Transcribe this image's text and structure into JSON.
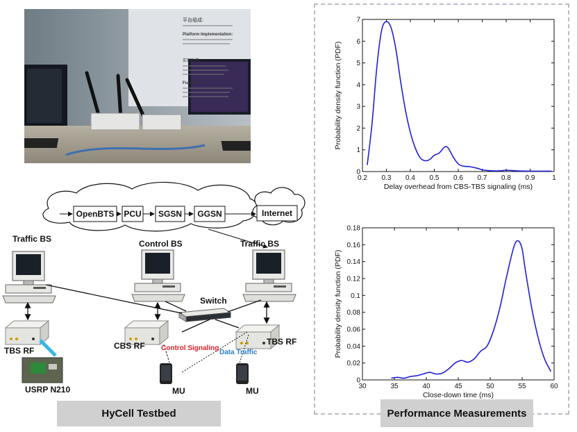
{
  "testbed": {
    "pipeline": [
      "OpenBTS",
      "PCU",
      "SGSN",
      "GGSN"
    ],
    "internet_label": "Internet",
    "traffic_bs_left": "Traffic BS",
    "control_bs": "Control BS",
    "traffic_bs_right": "Traffic BS",
    "switch_label": "Switch",
    "tbs_rf_left": "TBS RF",
    "cbs_rf": "CBS RF",
    "tbs_rf_right": "TBS RF",
    "control_signaling": "Control Signaling",
    "data_traffic": "Data Traffic",
    "usrp": "USRP N210",
    "mu_left": "MU",
    "mu_right": "MU",
    "caption": "HyCell Testbed"
  },
  "colors": {
    "curve": "#1f1fd6",
    "control_signaling": "#e5202a",
    "data_traffic": "#2a7fcf",
    "usrp_link": "#35b7e6",
    "caption_bg": "#d0d0d0"
  },
  "photo_text": {
    "heading_cn": "平台组成:",
    "platform": "Platform Implementation:",
    "functions_cn": "实现功能:",
    "functions": "Functions:"
  },
  "right_caption": "Performance Measurements",
  "chart_data": [
    {
      "type": "line",
      "xlabel": "Delay overhead from CBS-TBS signaling (ms)",
      "ylabel": "Probability density function (PDF)",
      "xlim": [
        0.2,
        1
      ],
      "ylim": [
        0,
        7
      ],
      "xticks": [
        "0.2",
        "0.3",
        "0.4",
        "0.5",
        "0.6",
        "0.7",
        "0.8",
        "0.9",
        "1"
      ],
      "yticks": [
        "0",
        "1",
        "2",
        "3",
        "4",
        "5",
        "6",
        "7"
      ],
      "x": [
        0.22,
        0.24,
        0.26,
        0.28,
        0.3,
        0.32,
        0.34,
        0.36,
        0.38,
        0.4,
        0.42,
        0.44,
        0.46,
        0.48,
        0.5,
        0.52,
        0.54,
        0.55,
        0.56,
        0.58,
        0.6,
        0.62,
        0.65,
        0.68,
        0.7,
        0.72,
        0.75,
        0.78,
        0.8,
        0.85,
        0.9,
        0.95,
        0.99
      ],
      "y": [
        0.3,
        2.2,
        4.8,
        6.5,
        6.9,
        6.6,
        5.6,
        4.1,
        2.8,
        1.8,
        1.1,
        0.65,
        0.5,
        0.55,
        0.75,
        0.85,
        1.1,
        1.15,
        1.05,
        0.65,
        0.35,
        0.25,
        0.22,
        0.15,
        0.08,
        0.05,
        0.03,
        0.04,
        0.06,
        0.03,
        0.02,
        0.02,
        0.02
      ]
    },
    {
      "type": "line",
      "xlabel": "Close-down time (ms)",
      "ylabel": "Probability density function (PDF)",
      "xlim": [
        30,
        60
      ],
      "ylim": [
        0,
        0.18
      ],
      "xticks": [
        "30",
        "35",
        "40",
        "45",
        "50",
        "55",
        "60"
      ],
      "yticks": [
        "0",
        "0.02",
        "0.04",
        "0.06",
        "0.08",
        "0.1",
        "0.12",
        "0.14",
        "0.16",
        "0.18"
      ],
      "x": [
        34.5,
        35.5,
        36.5,
        37.5,
        38.5,
        39.5,
        40.5,
        41.5,
        42.5,
        43.5,
        44.5,
        45.5,
        46.5,
        47.5,
        48.5,
        49.5,
        50.5,
        51.5,
        52.5,
        53.5,
        54.0,
        54.5,
        55.0,
        55.5,
        56.5,
        57.5,
        58.5,
        59.5
      ],
      "y": [
        0.002,
        0.003,
        0.002,
        0.004,
        0.005,
        0.007,
        0.009,
        0.007,
        0.008,
        0.013,
        0.02,
        0.023,
        0.021,
        0.025,
        0.034,
        0.04,
        0.058,
        0.085,
        0.12,
        0.152,
        0.163,
        0.164,
        0.155,
        0.13,
        0.085,
        0.05,
        0.025,
        0.01
      ]
    }
  ]
}
